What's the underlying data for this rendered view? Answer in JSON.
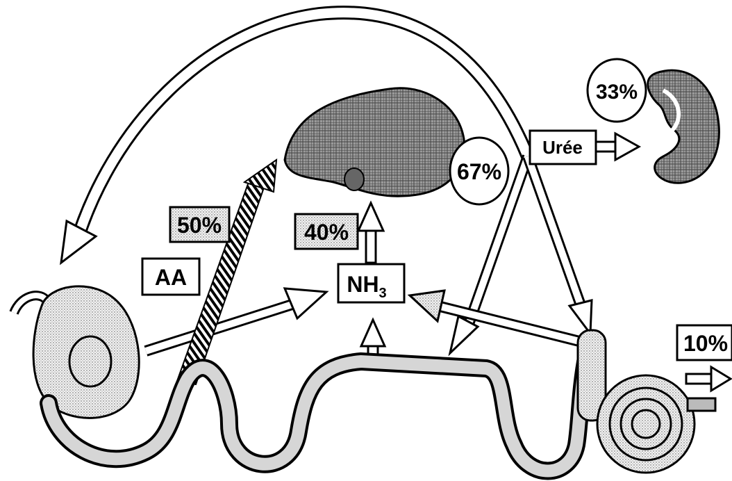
{
  "labels": {
    "aa": "AA",
    "aa_percent": "50%",
    "nh3_base": "NH",
    "nh3_sub": "3",
    "nh3_percent": "40%",
    "uree": "Urée",
    "uree_percent": "67%",
    "kidney_percent": "33%",
    "colon_percent": "10%"
  },
  "colors": {
    "ink": "#000000",
    "fill_light": "#e4e4e4",
    "fill_mid": "#bdbdbd",
    "fill_dark": "#8a8a8a",
    "background": "#ffffff"
  }
}
